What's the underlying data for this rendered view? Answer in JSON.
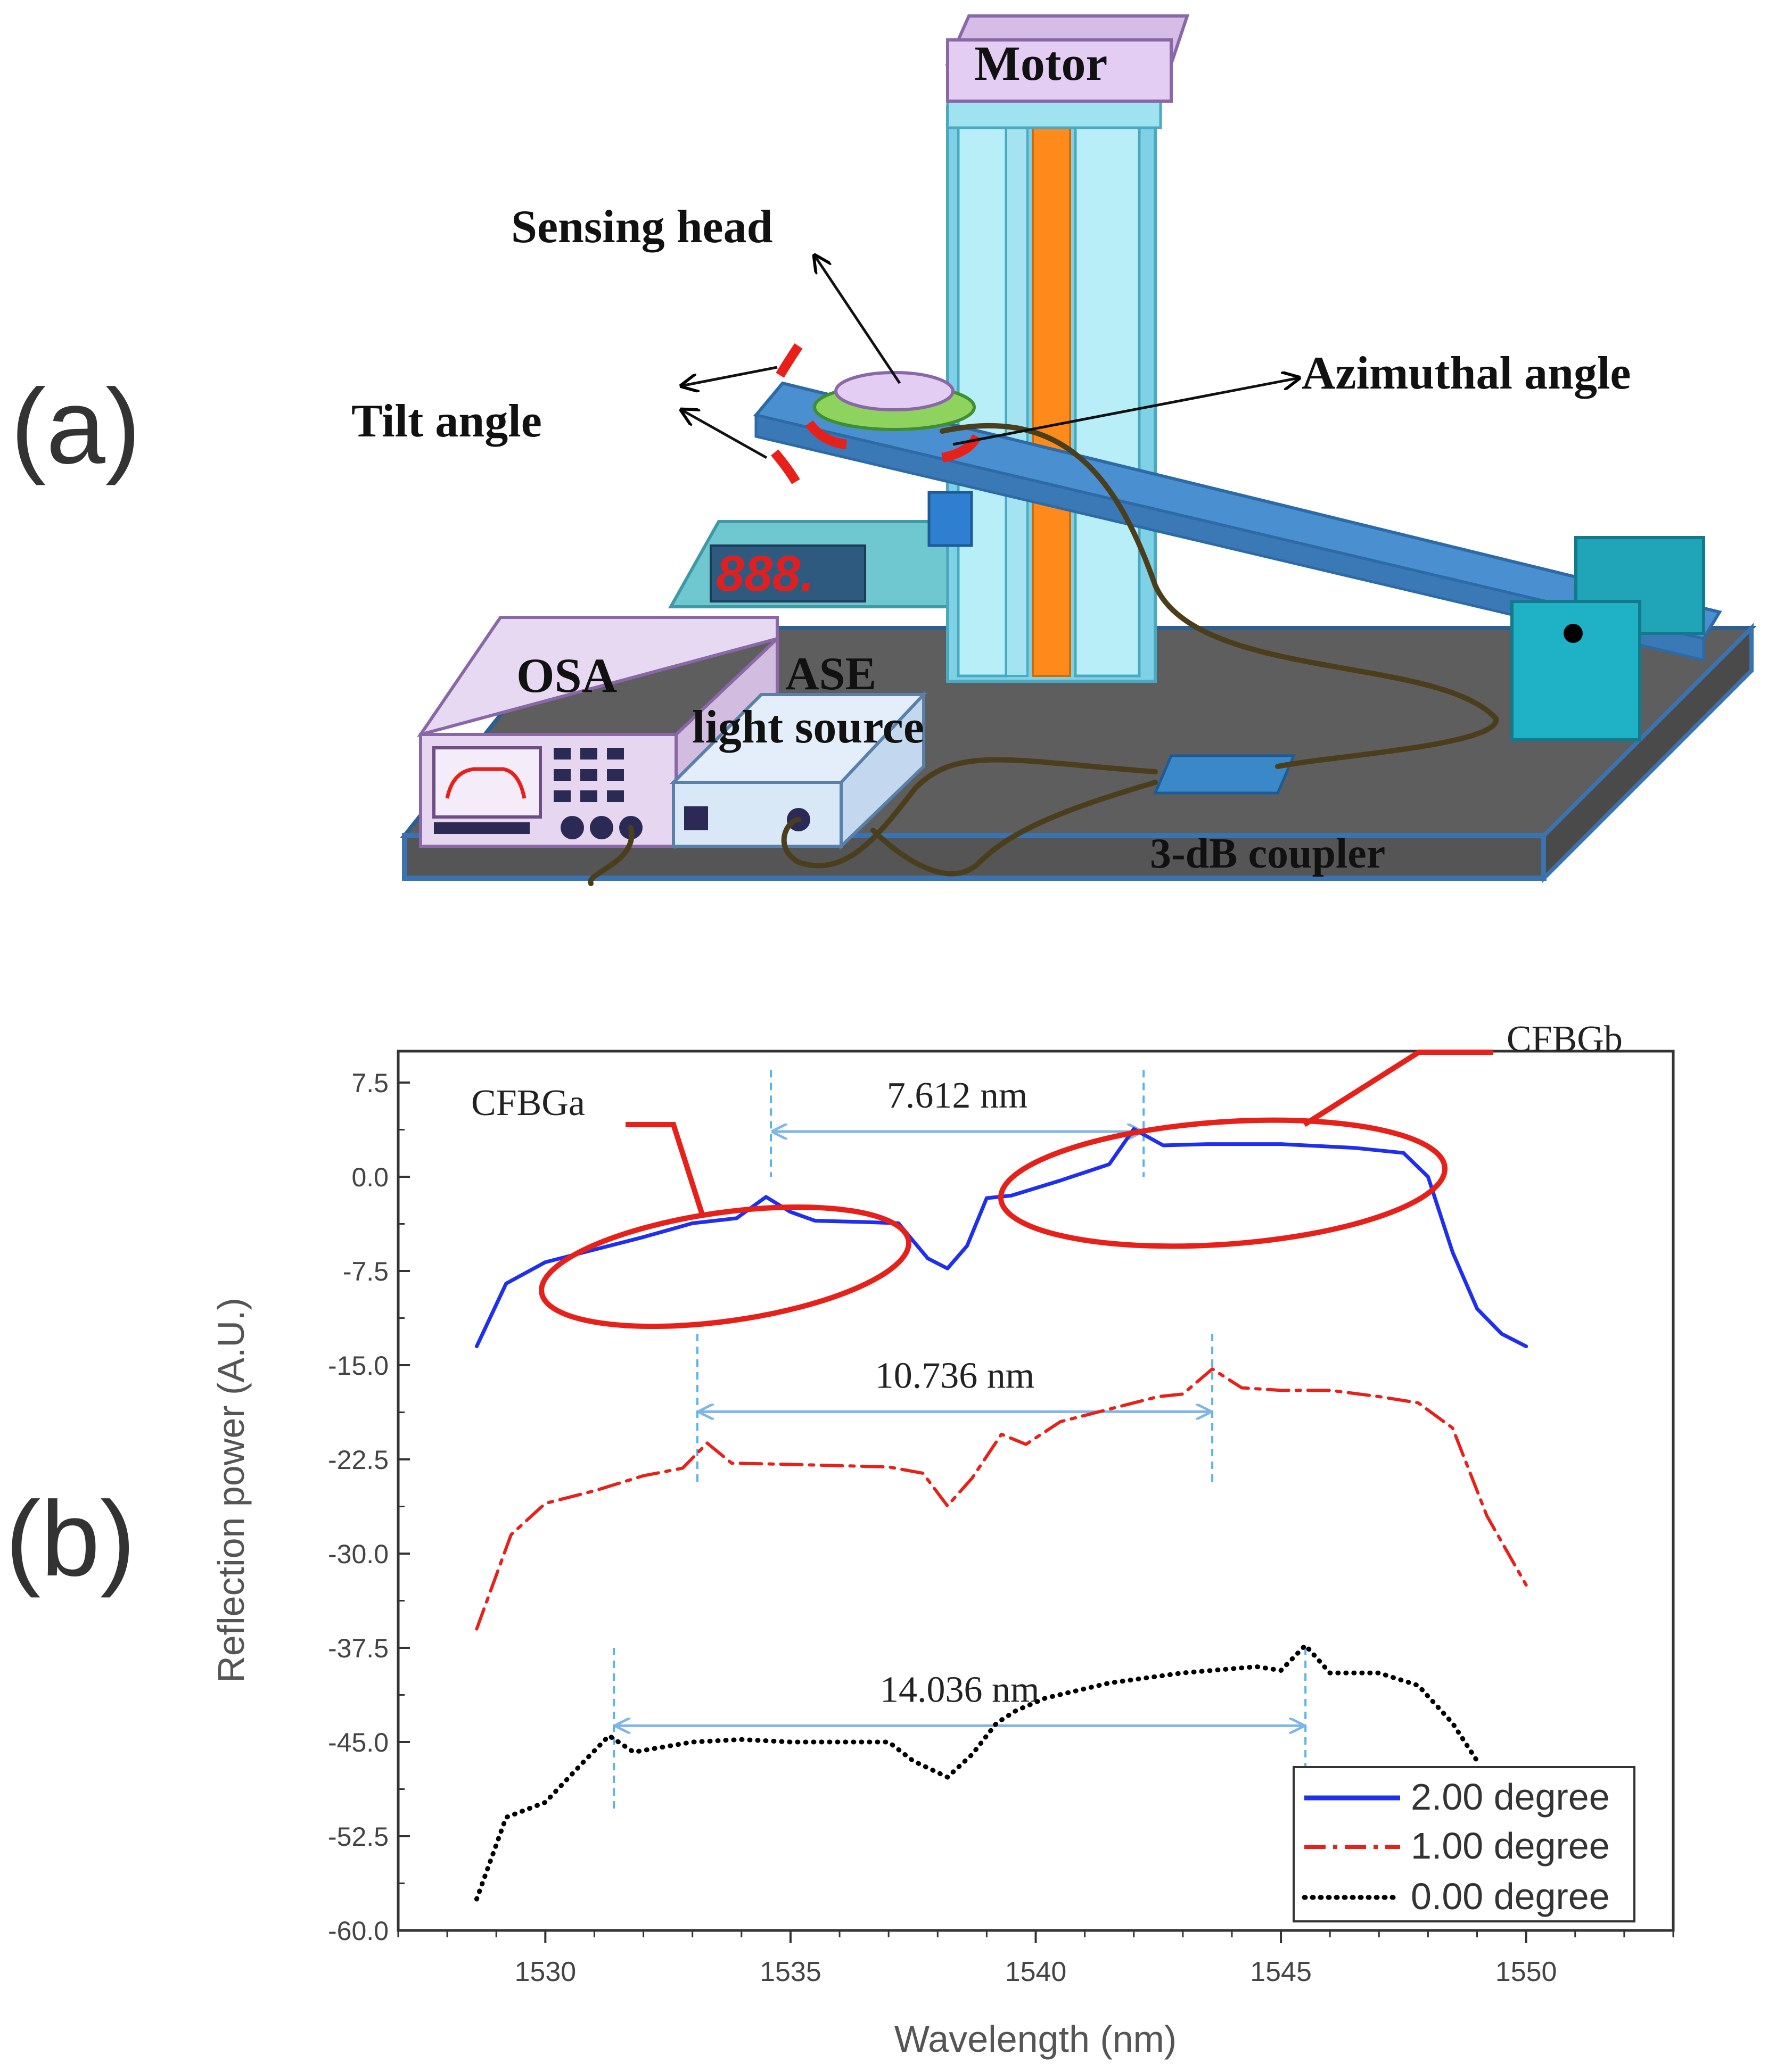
{
  "panel_a": {
    "label": "(a)",
    "labels": {
      "motor": "Motor",
      "sensing_head": "Sensing head",
      "azimuthal_angle": "Azimuthal angle",
      "tilt_angle": "Tilt angle",
      "osa": "OSA",
      "ase_line1": "ASE",
      "ase_line2": "light source",
      "coupler": "3-dB coupler",
      "display_digits": "888."
    },
    "colors": {
      "beam": "#3d7fbf",
      "column": "#9fe3f1",
      "rod": "#ff8a1c",
      "base": "#5e5e5e",
      "osa_body": "#e6d6ef",
      "ase_body": "#d8e8f7",
      "fiber": "#4a3e1d",
      "arrow_marks": "#e8201a"
    }
  },
  "panel_b": {
    "label": "(b)",
    "annotations": {
      "cfbga": "CFBGa",
      "cfbgb": "CFBGb",
      "spacing_2deg": "7.612 nm",
      "spacing_1deg": "10.736 nm",
      "spacing_0deg": "14.036 nm"
    }
  },
  "chart_data": {
    "type": "line",
    "xlabel": "Wavelength (nm)",
    "ylabel": "Reflection power (A.U.)",
    "xlim": [
      1527,
      1553
    ],
    "ylim": [
      -60,
      10
    ],
    "x_ticks": [
      1530,
      1535,
      1540,
      1545,
      1550
    ],
    "y_ticks": [
      7.5,
      0.0,
      -7.5,
      -15.0,
      -22.5,
      -30.0,
      -37.5,
      -45.0,
      -52.5,
      -60.0
    ],
    "y_tick_labels": [
      "7.5",
      "0.0",
      "-7.5",
      "-15.0",
      "-22.5",
      "-30.0",
      "-37.5",
      "-45.0",
      "-52.5",
      "-60.0"
    ],
    "legend_position": "bottom-right",
    "grid": false,
    "series": [
      {
        "name": "2.00 degree",
        "color": "#1f2ff0",
        "style": "solid",
        "x": [
          1528.6,
          1529.2,
          1530.0,
          1531.0,
          1532.0,
          1533.0,
          1533.9,
          1534.5,
          1535.0,
          1535.5,
          1536.5,
          1537.2,
          1537.8,
          1538.2,
          1538.6,
          1539.0,
          1539.5,
          1540.5,
          1541.5,
          1542.0,
          1542.6,
          1543.5,
          1545.0,
          1546.5,
          1547.5,
          1548.0,
          1548.5,
          1549.0,
          1549.5,
          1550.0
        ],
        "values": [
          -13.5,
          -8.5,
          -6.8,
          -5.8,
          -4.8,
          -3.7,
          -3.3,
          -1.6,
          -2.8,
          -3.5,
          -3.6,
          -3.7,
          -6.5,
          -7.3,
          -5.5,
          -1.7,
          -1.5,
          -0.3,
          1.0,
          3.8,
          2.5,
          2.6,
          2.6,
          2.3,
          1.9,
          0.0,
          -6.0,
          -10.5,
          -12.5,
          -13.5
        ]
      },
      {
        "name": "1.00 degree",
        "color": "#e8201a",
        "style": "dashdot",
        "x": [
          1528.6,
          1529.3,
          1530.0,
          1531.0,
          1532.0,
          1532.8,
          1533.3,
          1533.8,
          1535.0,
          1536.0,
          1537.0,
          1537.7,
          1538.2,
          1538.7,
          1539.3,
          1539.8,
          1540.5,
          1541.5,
          1542.5,
          1543.0,
          1543.6,
          1544.2,
          1545.0,
          1546.0,
          1547.0,
          1547.8,
          1548.5,
          1549.2,
          1550.0
        ],
        "values": [
          -36.0,
          -28.5,
          -26.0,
          -25.0,
          -23.8,
          -23.2,
          -21.2,
          -22.8,
          -22.9,
          -23.0,
          -23.1,
          -23.6,
          -26.2,
          -24.0,
          -20.5,
          -21.3,
          -19.5,
          -18.5,
          -17.5,
          -17.3,
          -15.3,
          -16.8,
          -17.0,
          -17.0,
          -17.5,
          -18.0,
          -20.0,
          -27.0,
          -32.5
        ]
      },
      {
        "name": "0.00 degree",
        "color": "#000000",
        "style": "dotted",
        "x": [
          1528.6,
          1529.2,
          1530.0,
          1530.8,
          1531.3,
          1531.8,
          1533.0,
          1534.0,
          1535.0,
          1536.0,
          1537.0,
          1537.5,
          1538.2,
          1538.7,
          1539.2,
          1539.6,
          1540.2,
          1541.5,
          1543.0,
          1544.5,
          1545.0,
          1545.5,
          1546.0,
          1547.0,
          1547.8,
          1548.5,
          1549.0
        ],
        "values": [
          -57.5,
          -51.0,
          -49.8,
          -46.5,
          -44.5,
          -45.8,
          -45.0,
          -44.8,
          -45.0,
          -45.0,
          -45.0,
          -46.5,
          -47.8,
          -46.0,
          -43.5,
          -42.5,
          -41.5,
          -40.3,
          -39.5,
          -39.0,
          -39.3,
          -37.3,
          -39.5,
          -39.5,
          -40.5,
          -43.5,
          -46.5
        ]
      }
    ],
    "spacing_markers": [
      {
        "label": "7.612 nm",
        "x1": 1534.6,
        "x2": 1542.2,
        "y": 3.6,
        "line_top": 8.5,
        "line_bottom": 0.0
      },
      {
        "label": "10.736 nm",
        "x1": 1533.1,
        "x2": 1543.6,
        "y": -18.7,
        "line_top": -12.5,
        "line_bottom": -24.5
      },
      {
        "label": "14.036 nm",
        "x1": 1531.4,
        "x2": 1545.5,
        "y": -43.7,
        "line_top": -37.5,
        "line_bottom": -50.5
      }
    ]
  }
}
